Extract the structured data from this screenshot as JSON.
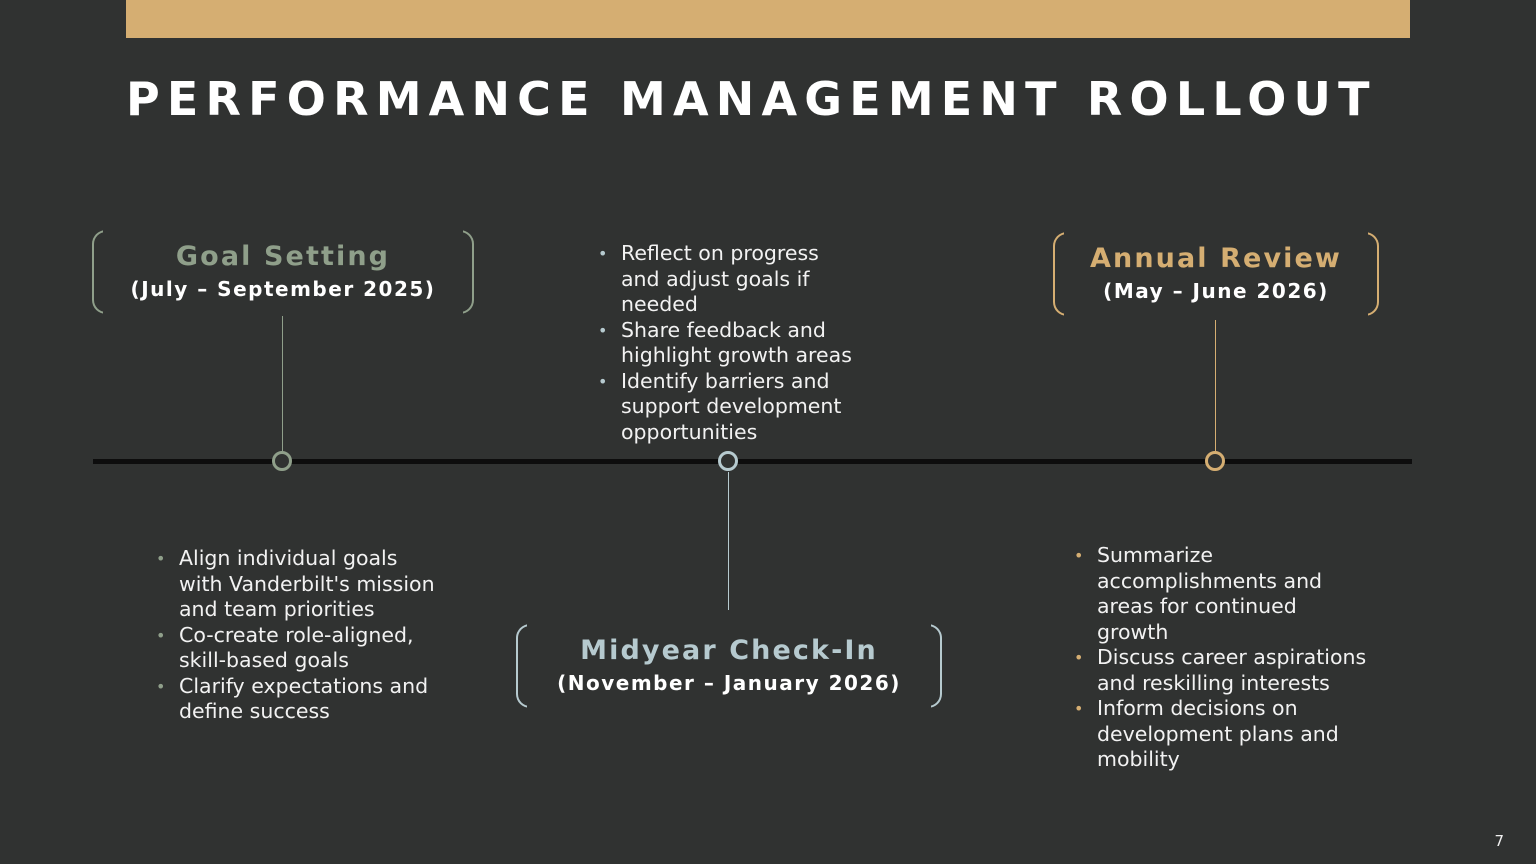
{
  "slide": {
    "title": "PERFORMANCE MANAGEMENT ROLLOUT",
    "page_number": "7",
    "background_color": "#303231",
    "accent_bar_color": "#d5ae72"
  },
  "milestones": [
    {
      "id": "goal-setting",
      "name": "Goal Setting",
      "dates": "(July – September 2025)",
      "color": "#8f9f8a",
      "bullets": [
        "Align individual goals with Vanderbilt's mission and team priorities",
        "Co-create role-aligned, skill-based goals",
        "Clarify expectations and define success"
      ]
    },
    {
      "id": "midyear-check-in",
      "name": "Midyear Check-In",
      "dates": "(November – January 2026)",
      "color": "#b6cacf",
      "bullets": [
        "Reflect on progress and adjust goals if needed",
        "Share feedback and highlight growth areas",
        "Identify barriers and support development opportunities"
      ]
    },
    {
      "id": "annual-review",
      "name": "Annual Review",
      "dates": "(May – June 2026)",
      "color": "#d5ae72",
      "bullets": [
        "Summarize accomplishments and areas for continued growth",
        "Discuss career aspirations and reskilling interests",
        "Inform decisions on development plans and mobility"
      ]
    }
  ],
  "bullet_glyph": "•"
}
